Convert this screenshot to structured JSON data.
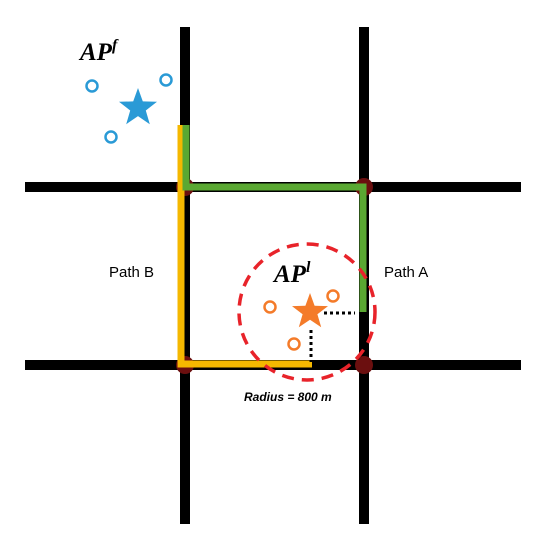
{
  "labels": {
    "ap_follower_base": "AP",
    "ap_follower_sup": "f",
    "ap_leader_base": "AP",
    "ap_leader_sup": "l",
    "path_a": "Path A",
    "path_b": "Path B",
    "radius": "Radius = 800 m"
  },
  "colors": {
    "road": "#000000",
    "intersection": "#6b0f0f",
    "path_a": "#5aa832",
    "path_b": "#f5b800",
    "follower": "#2a9ad6",
    "leader": "#f47b2a",
    "radius_circle": "#e8232a",
    "radius_line": "#000000"
  },
  "icons": {
    "follower_star": "star-icon",
    "leader_star": "star-icon",
    "follower_points": "circle-marker-icon",
    "leader_points": "circle-marker-icon"
  }
}
